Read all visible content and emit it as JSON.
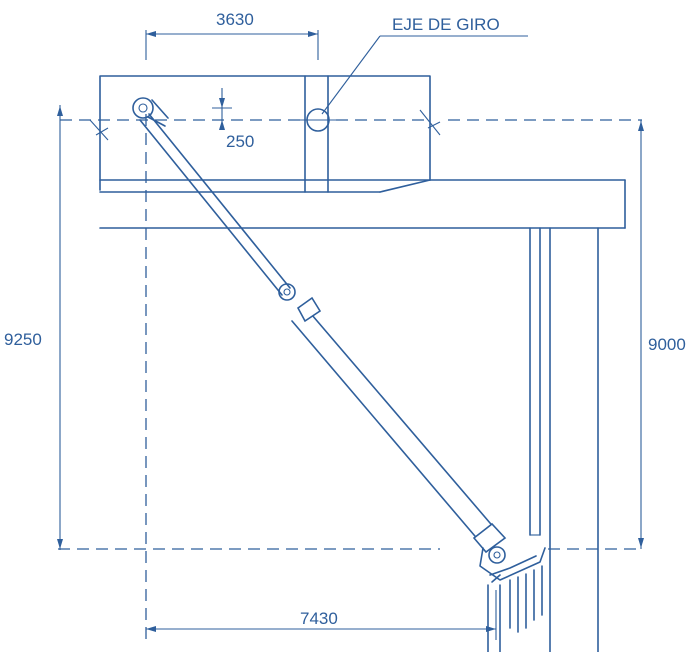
{
  "drawing": {
    "ink_color": "#2f5f9c",
    "background_color": "#ffffff",
    "labels": {
      "pivot_axis": "EJE DE GIRO",
      "dim_top_width": "3630",
      "dim_pin_offset": "250",
      "dim_left_height": "9250",
      "dim_right_height": "9000",
      "dim_bottom_width": "7430"
    }
  }
}
